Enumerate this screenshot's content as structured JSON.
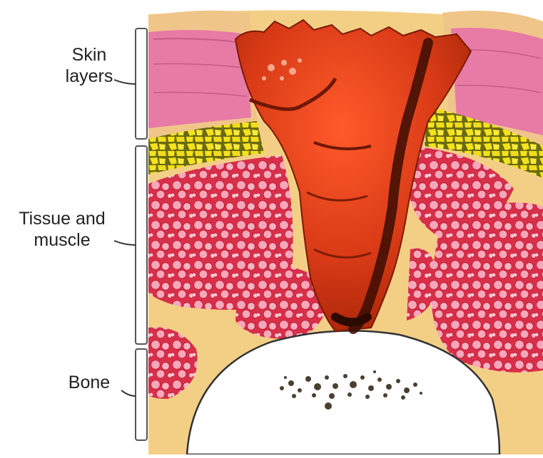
{
  "labels": {
    "skin": "Skin\nlayers",
    "tissue": "Tissue and\nmuscle",
    "bone": "Bone"
  },
  "colors": {
    "skin_pink": "#e87aa6",
    "skin_tan": "#f0c58a",
    "fat_yellow": "#f4e21c",
    "muscle_red": "#d9304a",
    "muscle_cell": "#f7a7ba",
    "fascia": "#f3cf86",
    "wound_red": "#d83a16",
    "wound_dark": "#5a1a08",
    "bone_white": "#ffffff",
    "bracket_gray": "#d8d8d8"
  }
}
